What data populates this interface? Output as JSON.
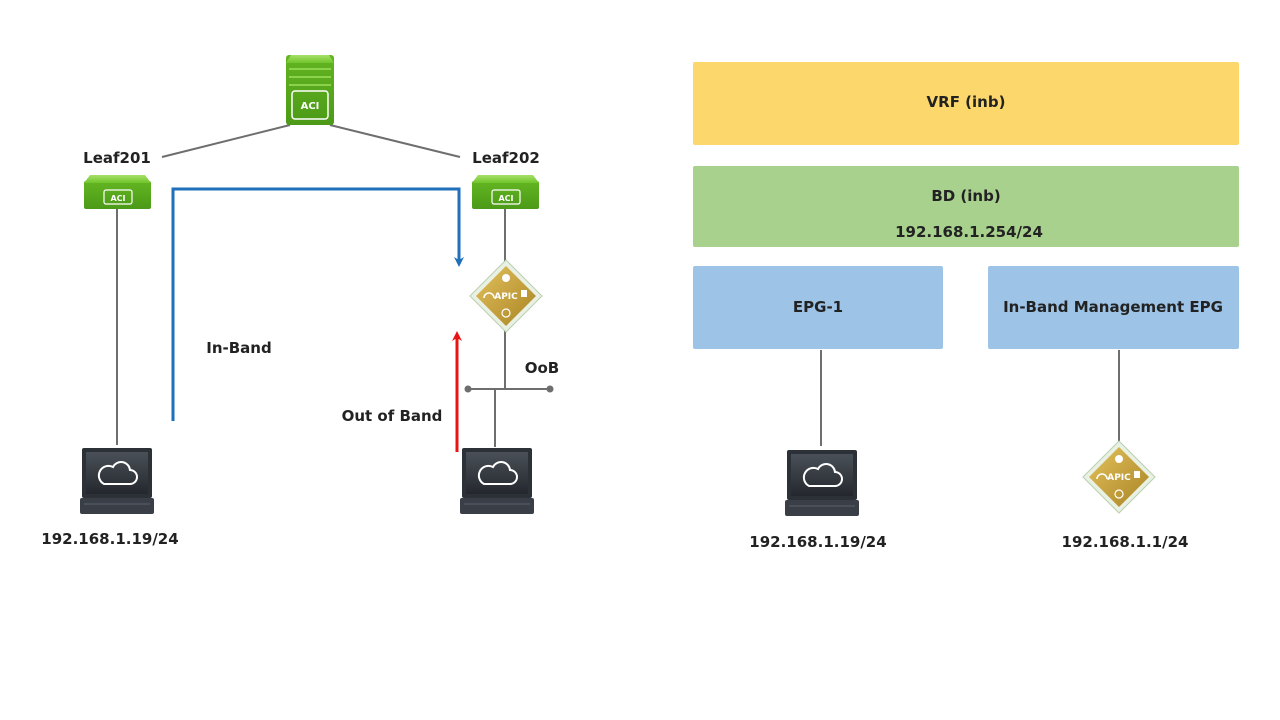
{
  "colors": {
    "vrf": "#fcd76b",
    "bd": "#a8d18d",
    "epg": "#9dc3e6",
    "inband_path": "#1f6fba",
    "oob_path": "#e81414",
    "link": "#6e6e6e",
    "switch": "#6fc42a",
    "apic": "#c9a43a"
  },
  "left": {
    "spine_icon": "aci-spine-switch-icon",
    "leaf201": {
      "label": "Leaf201",
      "icon": "aci-leaf-switch-icon"
    },
    "leaf202": {
      "label": "Leaf202",
      "icon": "aci-leaf-switch-icon"
    },
    "apic": {
      "label": "APIC",
      "icon": "apic-controller-icon"
    },
    "inband_label": "In-Band",
    "oob_label": "OoB",
    "out_of_band_label": "Out of Band",
    "host_left": {
      "ip": "192.168.1.19/24",
      "icon": "workstation-icon"
    },
    "host_right": {
      "icon": "workstation-icon"
    }
  },
  "right": {
    "vrf": {
      "label": "VRF (inb)"
    },
    "bd": {
      "label": "BD (inb)",
      "subnet": "192.168.1.254/24"
    },
    "epg1": {
      "label": "EPG-1"
    },
    "inb_epg": {
      "label": "In-Band Management EPG"
    },
    "host": {
      "ip": "192.168.1.19/24",
      "icon": "workstation-icon"
    },
    "apic": {
      "ip": "192.168.1.1/24",
      "label": "APIC",
      "icon": "apic-controller-icon"
    }
  }
}
